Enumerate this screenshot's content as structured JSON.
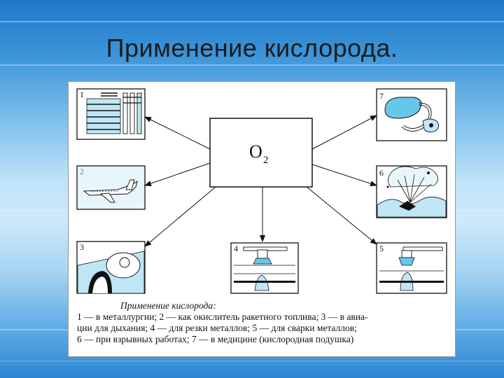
{
  "slide": {
    "title": "Применение кислорода."
  },
  "diagram": {
    "center": {
      "label": "O",
      "subscript": "2"
    },
    "boxes": [
      {
        "number": "1",
        "topic": "metallurgy"
      },
      {
        "number": "2",
        "topic": "rocket fuel oxidizer"
      },
      {
        "number": "3",
        "topic": "aviation breathing"
      },
      {
        "number": "4",
        "topic": "metal cutting"
      },
      {
        "number": "5",
        "topic": "metal welding"
      },
      {
        "number": "6",
        "topic": "blasting"
      },
      {
        "number": "7",
        "topic": "medicine oxygen cushion"
      }
    ],
    "caption": {
      "title": "Применение кислорода:",
      "line1": "1 — в металлургии; 2 — как окислитель ракетного топлива; 3 — в авиа-",
      "line2": "ции для дыхания; 4 — для резки металлов; 5 — для сварки металлов;",
      "line3": "6 — при взрывных работах; 7 — в медицине (кислородная подушка)"
    }
  },
  "colors": {
    "illustration_fill": "#bfe6f4",
    "accent_cyan": "#66c8e8",
    "line": "#111111"
  }
}
